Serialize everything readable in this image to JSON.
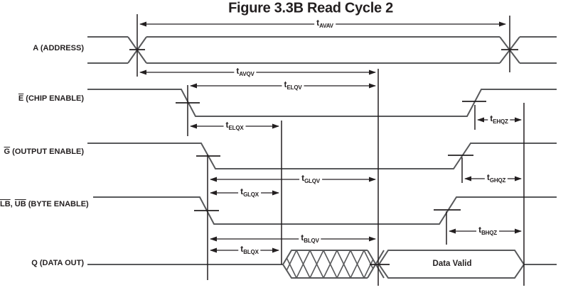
{
  "figure": {
    "title": "Figure 3.3B Read Cycle 2",
    "data_valid_label": "Data Valid"
  },
  "signals": [
    {
      "name": "address",
      "label_segments": [
        {
          "text": "A (ADDRESS)",
          "overline": false
        }
      ]
    },
    {
      "name": "chip-enable",
      "label_segments": [
        {
          "text": "E",
          "overline": true
        },
        {
          "text": " (CHIP ENABLE)",
          "overline": false
        }
      ]
    },
    {
      "name": "output-enable",
      "label_segments": [
        {
          "text": "G",
          "overline": true
        },
        {
          "text": " (OUTPUT ENABLE)",
          "overline": false
        }
      ]
    },
    {
      "name": "byte-enable",
      "label_segments": [
        {
          "text": "LB",
          "overline": true
        },
        {
          "text": ", ",
          "overline": false
        },
        {
          "text": "UB",
          "overline": true
        },
        {
          "text": " (BYTE ENABLE)",
          "overline": false
        }
      ]
    },
    {
      "name": "data-out",
      "label_segments": [
        {
          "text": "Q (DATA OUT)",
          "overline": false
        }
      ]
    }
  ],
  "timing_parameters": [
    {
      "id": "tAVAV",
      "base": "t",
      "subscript": "AVAV"
    },
    {
      "id": "tAVQV",
      "base": "t",
      "subscript": "AVQV"
    },
    {
      "id": "tELQV",
      "base": "t",
      "subscript": "ELQV"
    },
    {
      "id": "tELQX",
      "base": "t",
      "subscript": "ELQX"
    },
    {
      "id": "tEHQZ",
      "base": "t",
      "subscript": "EHQZ"
    },
    {
      "id": "tGLQV",
      "base": "t",
      "subscript": "GLQV"
    },
    {
      "id": "tGLQX",
      "base": "t",
      "subscript": "GLQX"
    },
    {
      "id": "tGHQZ",
      "base": "t",
      "subscript": "GHQZ"
    },
    {
      "id": "tBLQV",
      "base": "t",
      "subscript": "BLQV"
    },
    {
      "id": "tBLQX",
      "base": "t",
      "subscript": "BLQX"
    },
    {
      "id": "tBHQZ",
      "base": "t",
      "subscript": "BHQZ"
    }
  ],
  "colors": {
    "background": "#ffffff",
    "waveform": "#58595b",
    "dimension": "#231f20",
    "text": "#231f20"
  }
}
